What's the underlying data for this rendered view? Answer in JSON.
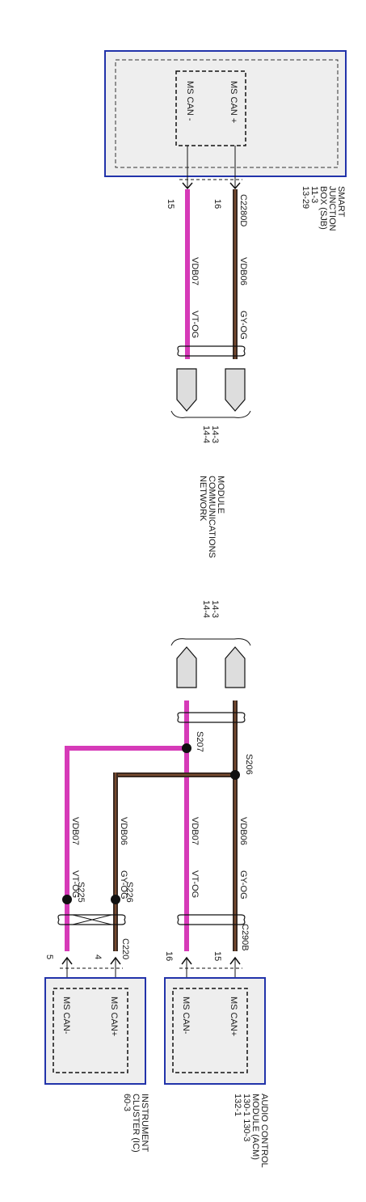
{
  "sjb": {
    "title_lines": [
      "SMART",
      "JUNCTION",
      "BOX (SJB)",
      "11-3",
      "13-29"
    ],
    "pin_high": "MS CAN +",
    "pin_low": "MS CAN -",
    "pin_num_high": "16",
    "pin_num_low": "15",
    "connector": "C2280D"
  },
  "wires": {
    "high_circuit": "VDB06",
    "high_color": "GY-OG",
    "low_circuit": "VDB07",
    "low_color": "VT-OG"
  },
  "network": {
    "title_lines": [
      "MODULE",
      "COMMUNICATIONS",
      "NETWORK"
    ],
    "refs_top": [
      "14-3",
      "14-4"
    ],
    "refs_bottom": [
      "14-3",
      "14-4"
    ]
  },
  "splices": {
    "s206": "S206",
    "s207": "S207",
    "s225": "S225",
    "s226": "S226"
  },
  "acm": {
    "title_lines": [
      "AUDIO CONTROL",
      "MODULE (ACM)",
      "130-1    130-3",
      "132-1"
    ],
    "pin_high": "MS CAN+",
    "pin_low": "MS CAN-",
    "pin_num_high": "15",
    "pin_num_low": "16",
    "connector": "C290B"
  },
  "ic": {
    "title_lines": [
      "INSTRUMENT",
      "CLUSTER (IC)",
      "60-3"
    ],
    "pin_high": "MS CAN+",
    "pin_low": "MS CAN-",
    "pin_num_high": "4",
    "pin_num_low": "5",
    "connector": "C220"
  },
  "colors": {
    "module_border": "#2233aa",
    "module_fill": "#eeeeee",
    "wire_gy_og": "#3a2a22",
    "wire_vt_og": "#d63ab8",
    "connector_fill": "#dddddd"
  }
}
